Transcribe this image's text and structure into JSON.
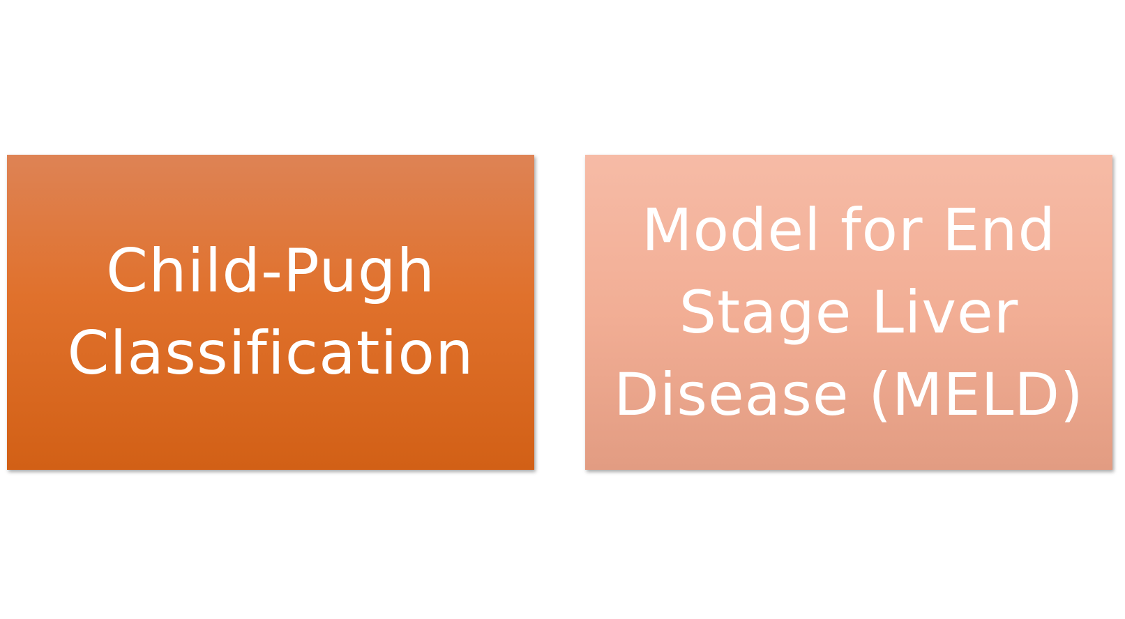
{
  "boxes": {
    "left": {
      "lines": [
        "Child-Pugh",
        "Classification"
      ],
      "color": "#e0712c"
    },
    "right": {
      "lines": [
        "Model for End",
        "Stage Liver",
        "Disease (MELD)"
      ],
      "color": "#f2ae95"
    }
  }
}
